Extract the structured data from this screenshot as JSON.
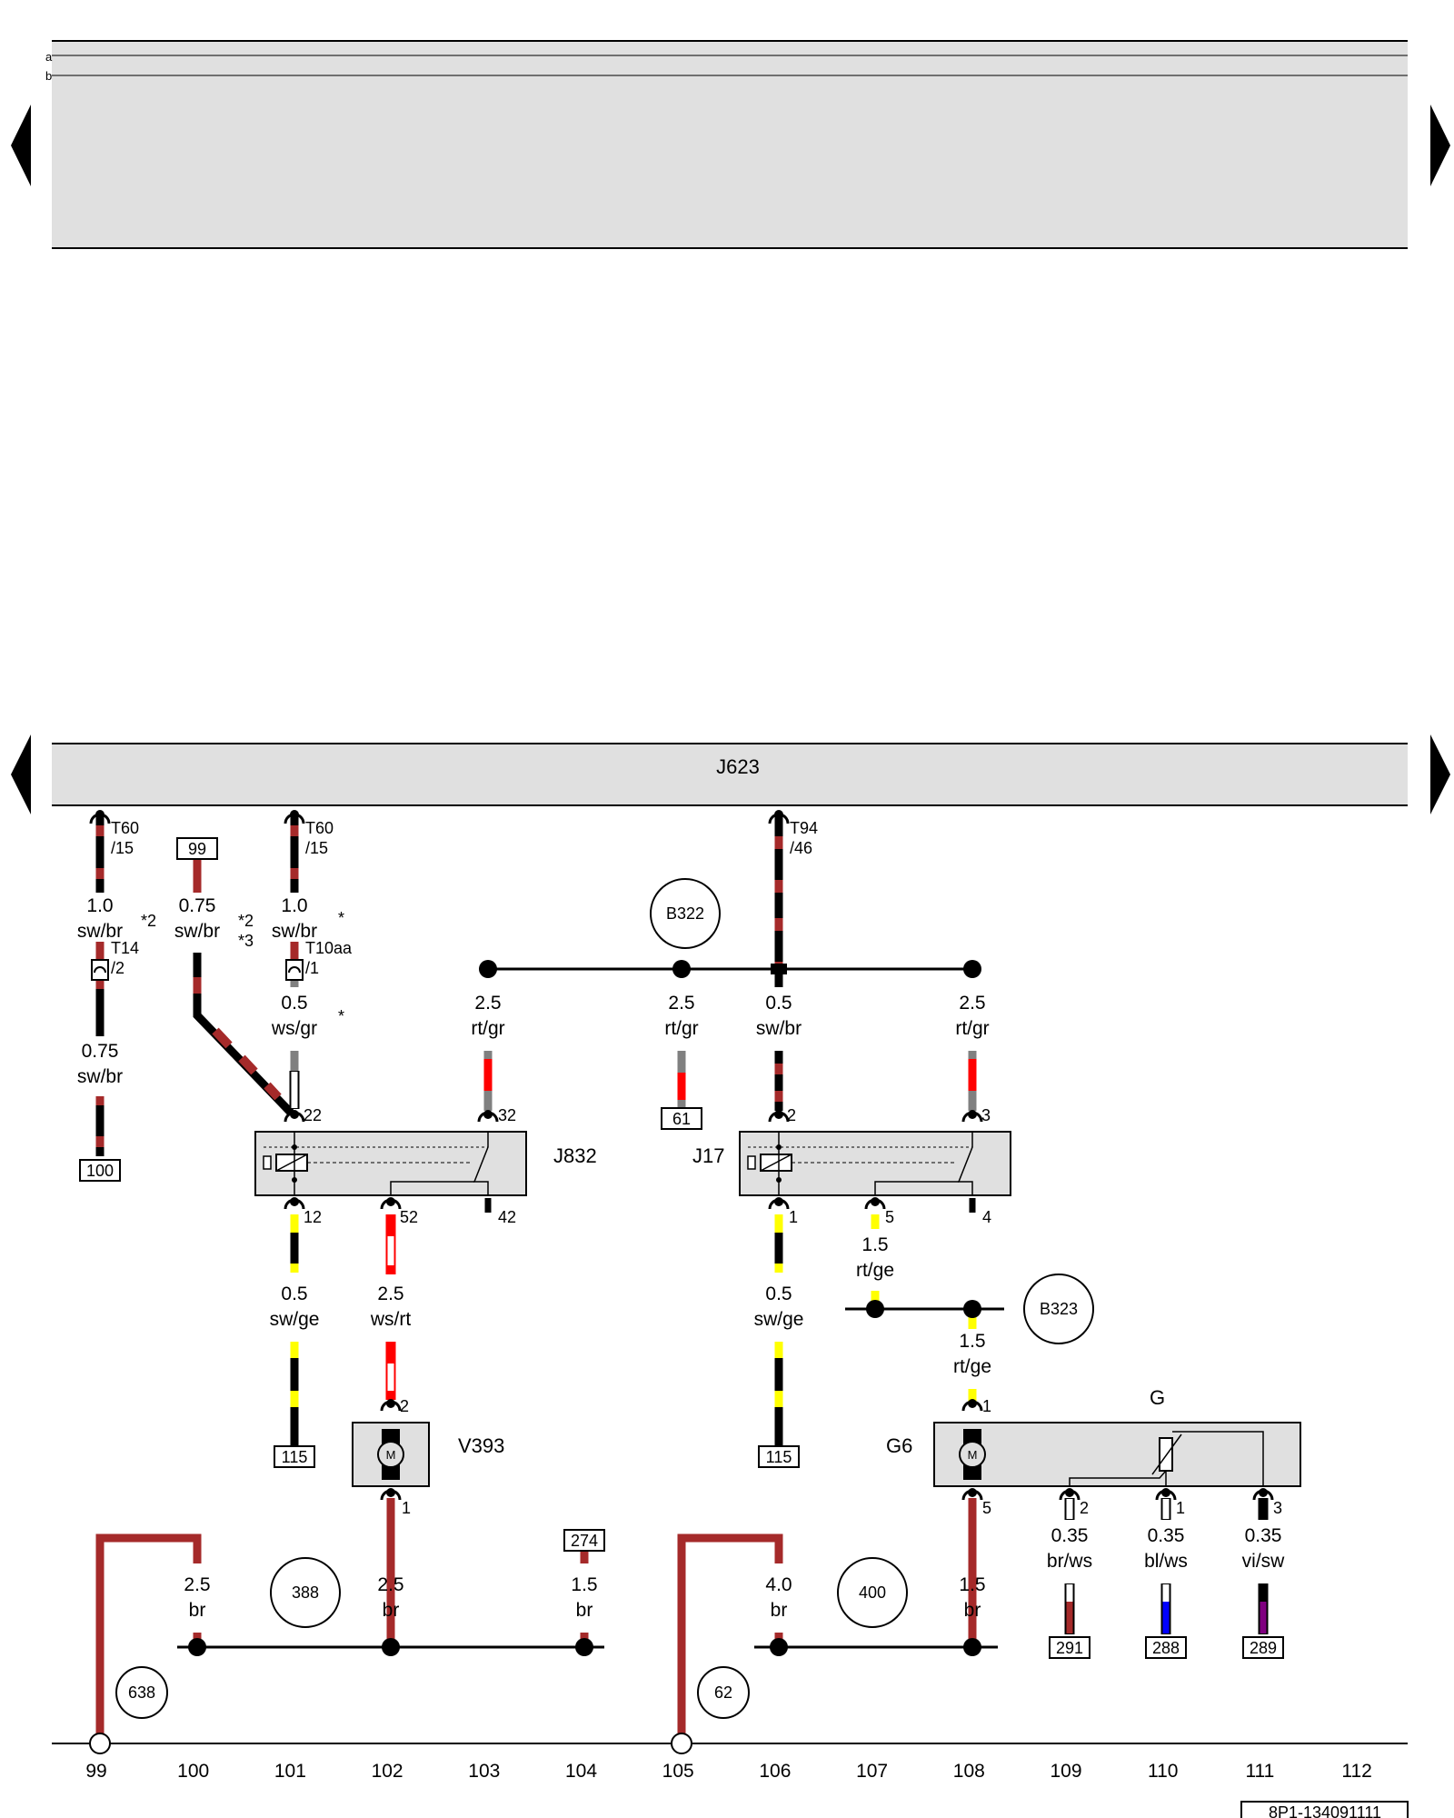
{
  "header": {
    "row_a": "a",
    "row_b": "b"
  },
  "control_unit": {
    "name": "J623"
  },
  "components": {
    "J832": "J832",
    "J17": "J17",
    "V393": "V393",
    "G6": "G6",
    "G": "G",
    "motor_symbol": "M"
  },
  "circles": {
    "B322": "B322",
    "B323": "B323",
    "c388": "388",
    "c400": "400",
    "c638": "638",
    "c62": "62"
  },
  "refs": {
    "r99": "99",
    "r100": "100",
    "r61": "61",
    "r115a": "115",
    "r115b": "115",
    "r274": "274",
    "r291": "291",
    "r288": "288",
    "r289": "289"
  },
  "connectors": {
    "t60a": "T60",
    "t60a_pin": "/15",
    "t60b": "T60",
    "t60b_pin": "/15",
    "t94": "T94",
    "t94_pin": "/46",
    "t14": "T14",
    "t14_pin": "/2",
    "t10aa": "T10aa",
    "t10aa_pin": "/1"
  },
  "pins": {
    "p22": "22",
    "p32": "32",
    "p12": "12",
    "p52": "52",
    "p42": "42",
    "p2": "2",
    "p3": "3",
    "p1": "1",
    "p5": "5",
    "p4": "4",
    "v2": "2",
    "v1": "1",
    "g1": "1",
    "g5": "5",
    "g2": "2",
    "g1b": "1",
    "g3": "3"
  },
  "notes": {
    "n1": "*2",
    "n2": "*2",
    "n3": "*3",
    "n4": "*",
    "n5": "*"
  },
  "wires": {
    "w1s": "1.0",
    "w1c": "sw/br",
    "w2s": "0.75",
    "w2c": "sw/br",
    "w3s": "1.0",
    "w3c": "sw/br",
    "w4s": "0.75",
    "w4c": "sw/br",
    "w5s": "0.5",
    "w5c": "ws/gr",
    "w6s": "2.5",
    "w6c": "rt/gr",
    "w7s": "2.5",
    "w7c": "rt/gr",
    "w8s": "0.5",
    "w8c": "sw/br",
    "w9s": "2.5",
    "w9c": "rt/gr",
    "w10s": "0.5",
    "w10c": "sw/ge",
    "w11s": "2.5",
    "w11c": "ws/rt",
    "w12s": "0.5",
    "w12c": "sw/ge",
    "w13s": "1.5",
    "w13c": "rt/ge",
    "w14s": "1.5",
    "w14c": "rt/ge",
    "w15s": "2.5",
    "w15c": "br",
    "w16s": "2.5",
    "w16c": "br",
    "w17s": "1.5",
    "w17c": "br",
    "w18s": "4.0",
    "w18c": "br",
    "w19s": "1.5",
    "w19c": "br",
    "w20s": "0.35",
    "w20c": "br/ws",
    "w21s": "0.35",
    "w21c": "bl/ws",
    "w22s": "0.35",
    "w22c": "vi/sw"
  },
  "tracks": [
    "99",
    "100",
    "101",
    "102",
    "103",
    "104",
    "105",
    "106",
    "107",
    "108",
    "109",
    "110",
    "111",
    "112"
  ],
  "footer": {
    "code": "8P1-134091111"
  },
  "colors": {
    "sw": "#000000",
    "br": "#a52a2a",
    "rt": "#ff0000",
    "ge": "#ffff00",
    "gr": "#808080",
    "ws": "#ffffff",
    "bl": "#0000ff",
    "vi": "#800080",
    "panel": "#e0e0e0"
  }
}
